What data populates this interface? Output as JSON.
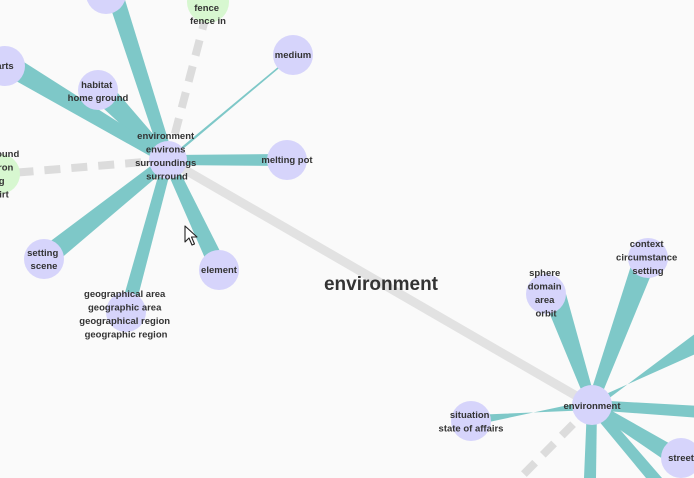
{
  "colors": {
    "background": "#fafafa",
    "synonym_node": "#d6d4fb",
    "related_node": "#d7f7d0",
    "synonym_edge": "#7ec8c8",
    "related_edge": "#dcdcdc",
    "link_edge": "#e2e2e2"
  },
  "link_label": "environment",
  "nodes": [
    {
      "id": "hub1",
      "type": "hub",
      "lines": [
        "environment",
        "environs",
        "surroundings",
        "surround"
      ]
    },
    {
      "id": "hub2",
      "type": "hub",
      "lines": [
        "environment"
      ]
    },
    {
      "id": "fence",
      "type": "related",
      "lines": [
        "fence",
        "fence in"
      ]
    },
    {
      "id": "medium",
      "type": "synonym",
      "lines": [
        "medium"
      ]
    },
    {
      "id": "melting-pot",
      "type": "synonym",
      "lines": [
        "melting pot"
      ]
    },
    {
      "id": "element",
      "type": "synonym",
      "lines": [
        "element"
      ]
    },
    {
      "id": "habitat",
      "type": "synonym",
      "lines": [
        "habitat",
        "home ground"
      ]
    },
    {
      "id": "parts",
      "type": "synonym",
      "lines": [
        "arts"
      ]
    },
    {
      "id": "setting",
      "type": "synonym",
      "lines": [
        "setting",
        "scene"
      ]
    },
    {
      "id": "geo",
      "type": "synonym",
      "lines": [
        "geographical area",
        "geographic area",
        "geographical region",
        "geographic region"
      ]
    },
    {
      "id": "left-related",
      "type": "related",
      "lines": [
        "ound",
        "ron",
        "g",
        "irt"
      ]
    },
    {
      "id": "sphere",
      "type": "synonym",
      "lines": [
        "sphere",
        "domain",
        "area",
        "orbit"
      ]
    },
    {
      "id": "context",
      "type": "synonym",
      "lines": [
        "context",
        "circumstance",
        "setting"
      ]
    },
    {
      "id": "situation",
      "type": "synonym",
      "lines": [
        "situation",
        "state of affairs"
      ]
    },
    {
      "id": "street",
      "type": "synonym",
      "lines": [
        "street"
      ]
    }
  ]
}
